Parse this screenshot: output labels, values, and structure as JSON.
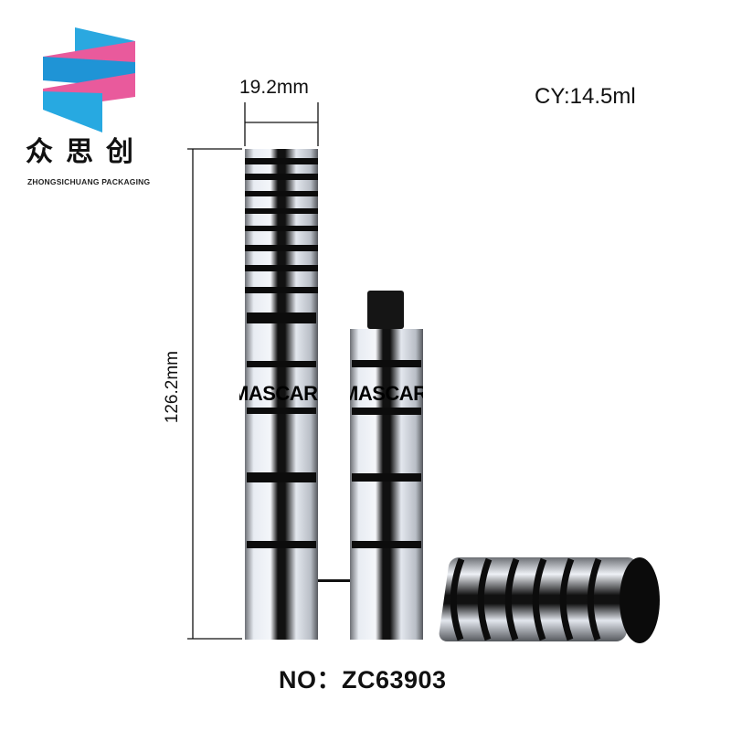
{
  "brand": {
    "name_cn": "众思创",
    "name_en": "ZHONGSICHUANG PACKAGING",
    "logo_colors": [
      "#27a9e1",
      "#e95a9c",
      "#1e8fd3"
    ]
  },
  "dimensions": {
    "width": "19.2mm",
    "height": "126.2mm"
  },
  "capacity": "CY:14.5ml",
  "product_print": "MASCAR",
  "model_number": "NO：ZC63903"
}
